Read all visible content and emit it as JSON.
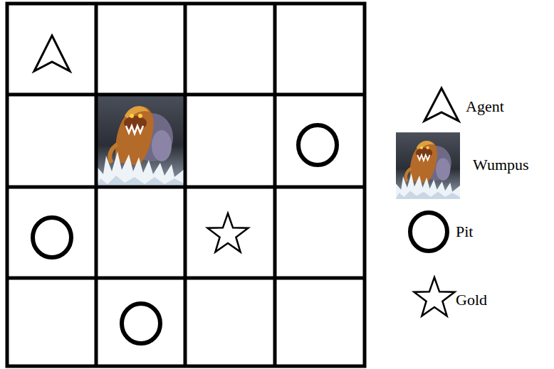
{
  "diagram": {
    "legend": [
      {
        "text": "Agent"
      },
      {
        "text": "Wumpus"
      },
      {
        "text": "Pit"
      },
      {
        "text": "Gold"
      }
    ]
  }
}
